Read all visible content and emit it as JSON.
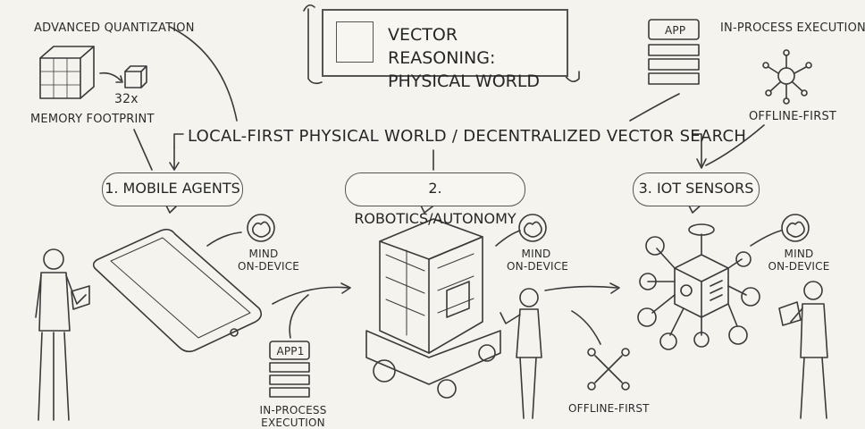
{
  "title": {
    "line1": "VECTOR REASONING:",
    "line2": "PHYSICAL WORLD"
  },
  "banner": "LOCAL-FIRST PHYSICAL WORLD / DECENTRALIZED VECTOR SEARCH",
  "quantization": {
    "heading": "ADVANCED QUANTIZATION",
    "factor": "32x",
    "caption": "MEMORY FOOTPRINT"
  },
  "in_process_top": {
    "app": "APP",
    "label": "IN-PROCESS EXECUTION"
  },
  "offline_top": "OFFLINE-FIRST",
  "sections": [
    {
      "label": "1. MOBILE AGENTS",
      "mind": [
        "MIND",
        "ON-DEVICE"
      ]
    },
    {
      "label": "2. ROBOTICS/AUTONOMY",
      "mind": [
        "MIND",
        "ON-DEVICE"
      ]
    },
    {
      "label": "3. IOT SENSORS",
      "mind": [
        "MIND",
        "ON-DEVICE"
      ]
    }
  ],
  "in_process_bottom": {
    "app": "APP1",
    "line1": "IN-PROCESS",
    "line2": "EXECUTION"
  },
  "offline_bottom": "OFFLINE-FIRST",
  "colors": {
    "ink": "#3a3a3a",
    "paper": "#f4f3ee"
  }
}
